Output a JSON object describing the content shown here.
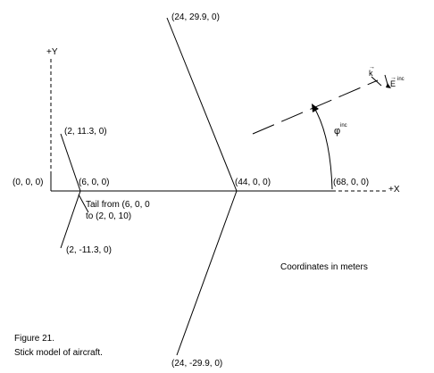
{
  "axes": {
    "x_label": "+X",
    "y_label": "+Y"
  },
  "points": {
    "origin": "(0, 0, 0)",
    "wing_top": "(24, 29.9, 0)",
    "wing_bottom": "(24, -29.9, 0)",
    "tail_top": "(2, 11.3, 0)",
    "tail_bottom": "(2, -11.3, 0)",
    "tail_root": "(6, 0, 0)",
    "wing_root": "(44, 0, 0)",
    "nose": "(68, 0, 0)"
  },
  "tail_note": {
    "line1": "Tail from (6, 0, 0",
    "line2": "to (2, 0, 10)"
  },
  "incident_field": {
    "k_symbol": "k",
    "e_symbol": "E",
    "e_superscript": "inc",
    "phi_symbol": "φ",
    "phi_superscript": "inc"
  },
  "coordinates_note": "Coordinates in meters",
  "caption": {
    "line1": "Figure 21.",
    "line2": "Stick model of aircraft."
  },
  "colors": {
    "ink": "#000000",
    "background": "#ffffff"
  }
}
